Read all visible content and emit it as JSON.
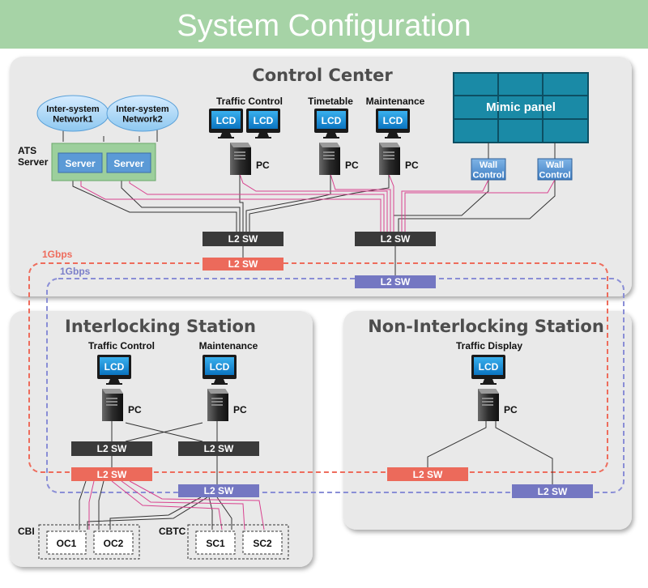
{
  "title": "System Configuration",
  "colors": {
    "banner": "#a6d3a6",
    "panel": "#e9e9e9",
    "switch_dark": "#3a3a3a",
    "switch_red": "#ec6a5b",
    "switch_blue": "#7477c2",
    "lcd_blue": "#0a8ed6",
    "mimic_teal": "#1a8aa6",
    "server_green": "#9ccf9c",
    "server_blue": "#5b9ad6",
    "line_pink": "#d9428f",
    "loop_red": "#ee6c5c",
    "loop_blue": "#8a8ed6"
  },
  "icons": [
    "lcd-monitor-icon",
    "pc-tower-icon",
    "network-cloud-icon"
  ],
  "control_center": {
    "title": "Control Center",
    "clouds": [
      "Inter-system\nNetwork1",
      "Inter-system\nNetwork2"
    ],
    "ats_label": "ATS\nServer",
    "server_label": "Server",
    "traffic_control": "Traffic Control",
    "timetable": "Timetable",
    "maintenance": "Maintenance",
    "mimic_panel": "Mimic panel",
    "wall_control": "Wall\nControl"
  },
  "interlocking": {
    "title": "Interlocking Station",
    "traffic_control": "Traffic Control",
    "maintenance": "Maintenance",
    "cbi": "CBI",
    "cbtc": "CBTC",
    "oc1": "OC1",
    "oc2": "OC2",
    "sc1": "SC1",
    "sc2": "SC2"
  },
  "non_interlocking": {
    "title": "Non-Interlocking Station",
    "traffic_display": "Traffic Display"
  },
  "common": {
    "lcd": "LCD",
    "pc": "PC",
    "switch": "L2 SW",
    "gbps_red": "1Gbps",
    "gbps_blue": "1Gbps"
  }
}
